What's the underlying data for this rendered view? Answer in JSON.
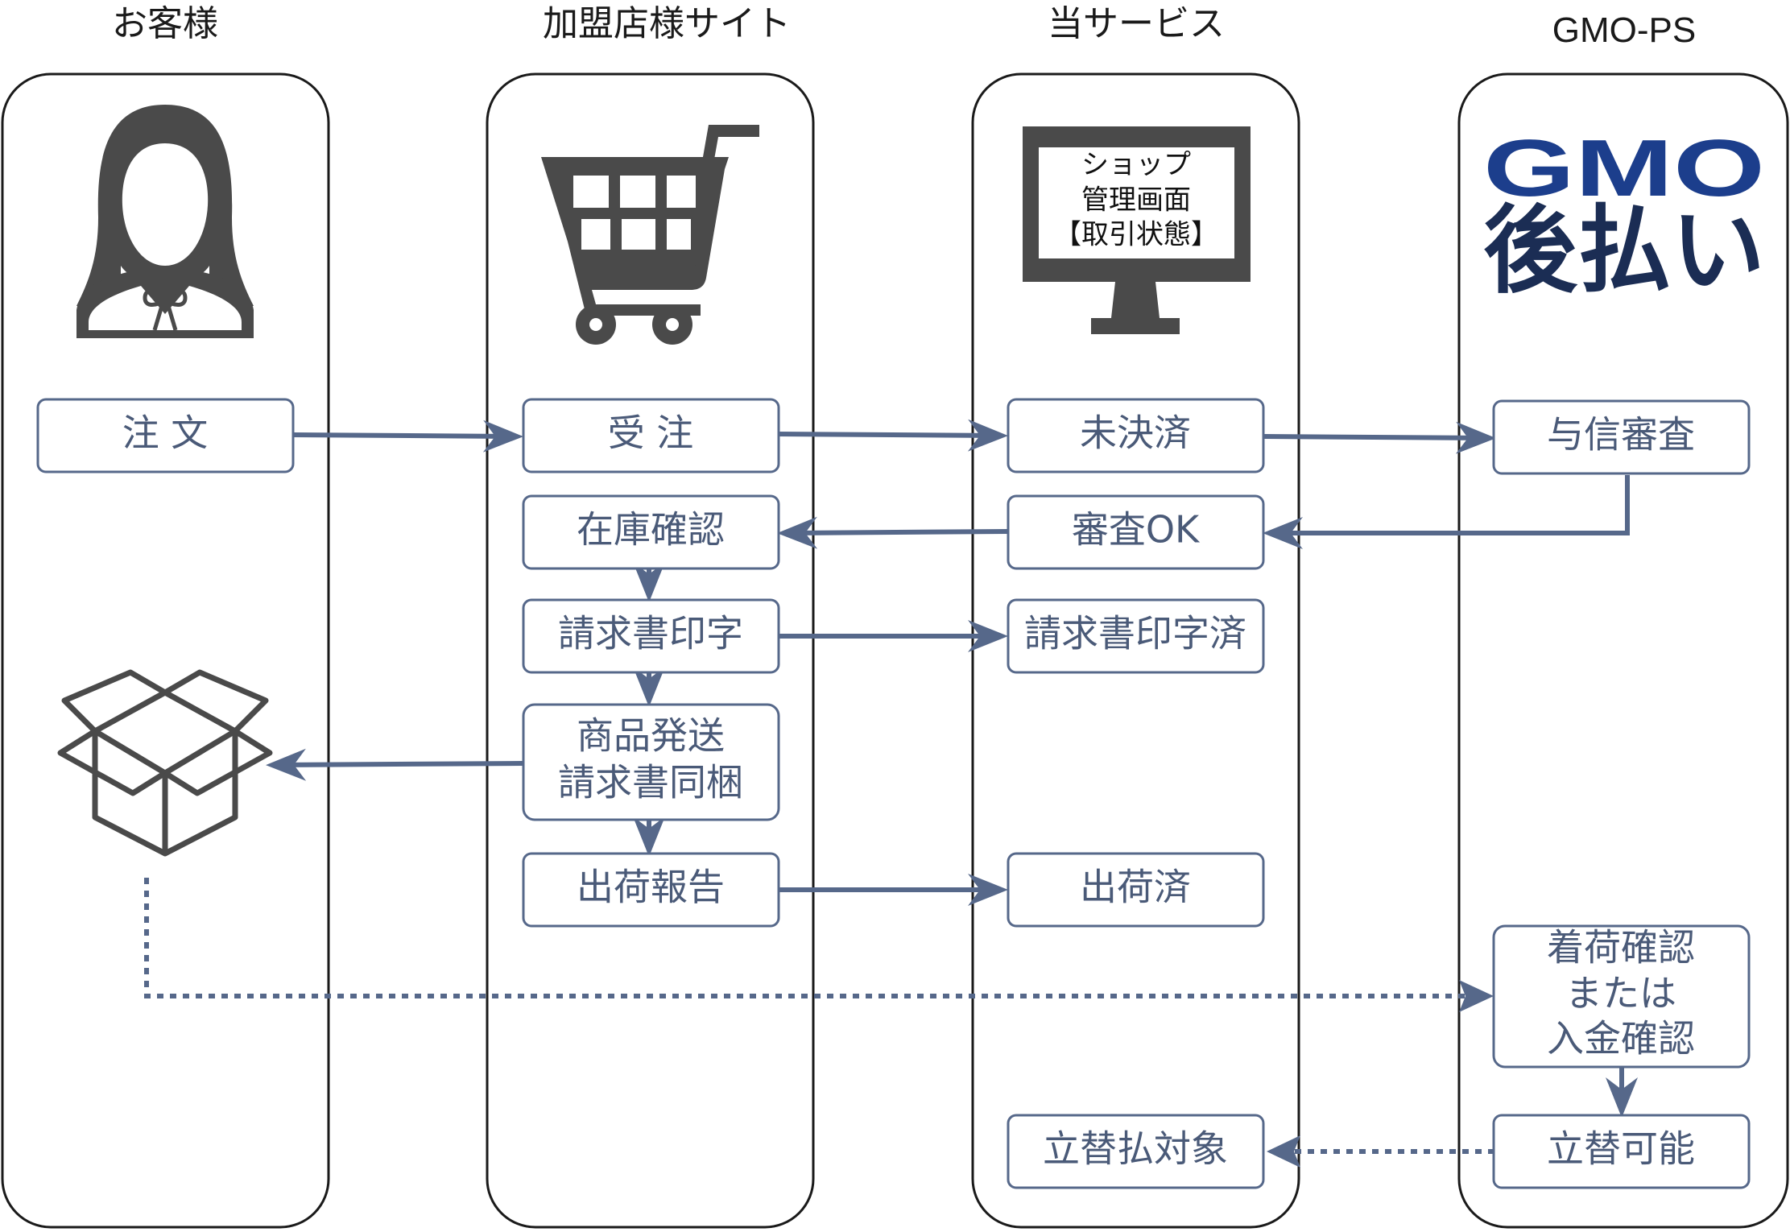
{
  "lanes": {
    "customer": "お客様",
    "merchant": "加盟店様サイト",
    "service": "当サービス",
    "gmo": "GMO-PS"
  },
  "monitor": {
    "line1": "ショップ",
    "line2": "管理画面",
    "line3": "【取引状態】"
  },
  "gmo_logo": {
    "brand": "GMO",
    "sub": "後払い"
  },
  "steps": {
    "order": "注 文",
    "receive_order": "受 注",
    "unsettled": "未決済",
    "credit_check": "与信審査",
    "stock_check": "在庫確認",
    "check_ok": "審査OK",
    "invoice_print": "請求書印字",
    "invoice_printed": "請求書印字済",
    "ship_line1": "商品発送",
    "ship_line2": "請求書同梱",
    "ship_report": "出荷報告",
    "shipped": "出荷済",
    "arrival_line1": "着荷確認",
    "arrival_line2": "または",
    "arrival_line3": "入金確認",
    "advance_target": "立替払対象",
    "advance_possible": "立替可能"
  },
  "colors": {
    "accent": "#56688a",
    "text": "#4a5a78",
    "icon": "#4a4a4a",
    "gmo_blue": "#1c3e8c",
    "gmo_navy": "#1b2d54"
  }
}
